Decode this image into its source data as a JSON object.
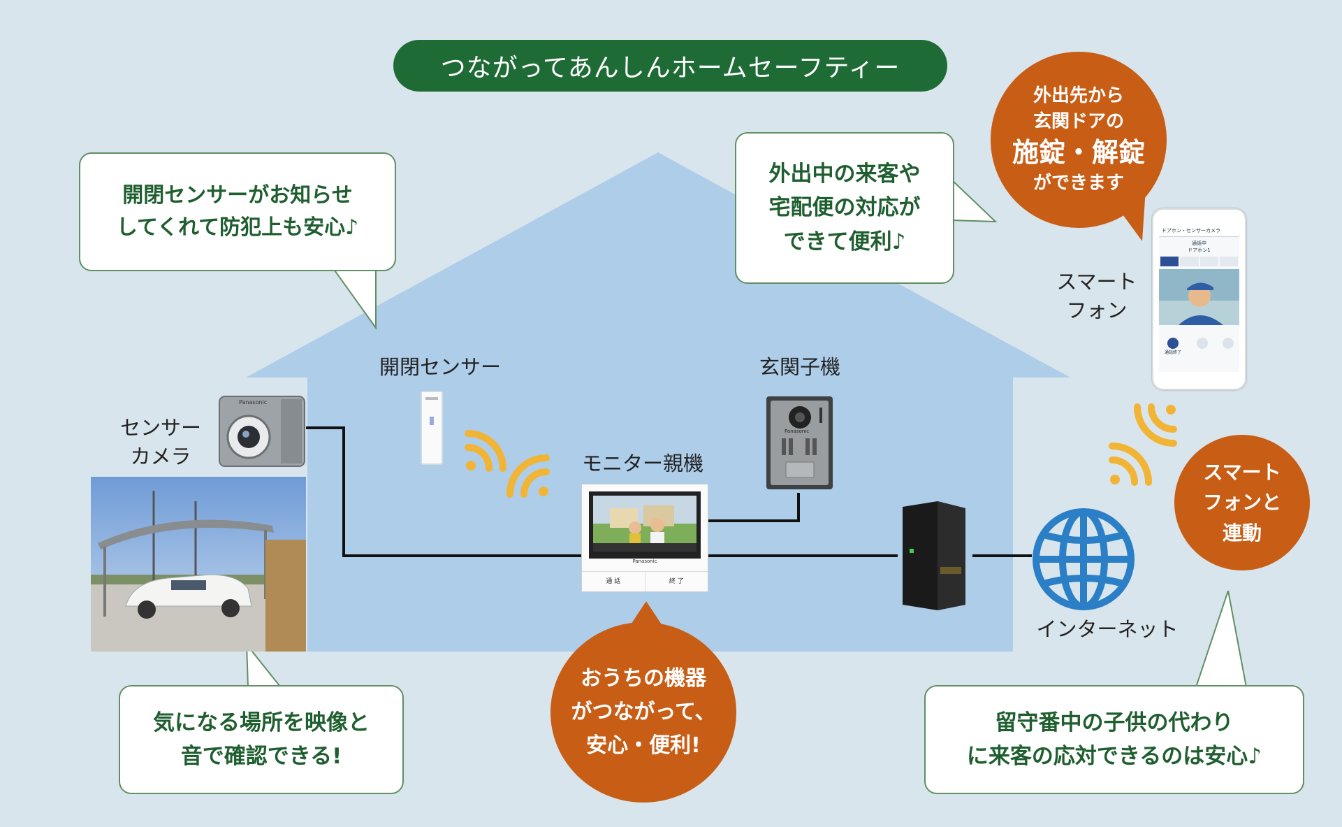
{
  "title": "つながってあんしんホームセーフティー",
  "bubbles": {
    "sensor_notice": [
      "開閉センサーがお知らせ",
      "してくれて防犯上も安心♪"
    ],
    "away_visitor": [
      "外出中の来客や",
      "宅配便の対応が",
      "できて便利♪"
    ],
    "check_video": [
      "気になる場所を映像と",
      "音で確認できる!"
    ],
    "child_proxy": [
      "留守番中の子供の代わり",
      "に来客の応対できるのは安心♪"
    ]
  },
  "orange_bubbles": {
    "lock_control": {
      "line1": "外出先から",
      "line2": "玄関ドアの",
      "emphasis": "施錠・解錠",
      "line4": "ができます"
    },
    "devices_connected": [
      "おうちの機器",
      "がつながって、",
      "安心・便利!"
    ],
    "smartphone_link": [
      "スマート",
      "フォンと",
      "連動"
    ]
  },
  "labels": {
    "door_sensor": "開閉センサー",
    "entrance_unit": "玄関子機",
    "sensor_camera": [
      "センサー",
      "カメラ"
    ],
    "monitor_master": "モニター親機",
    "smartphone": [
      "スマート",
      "フォン"
    ],
    "internet": "インターネット"
  },
  "device_text": {
    "camera_brand": "Panasonic",
    "doorbell_brand": "Panasonic",
    "monitor_brand": "Panasonic",
    "monitor_button_left": "通 話",
    "monitor_button_right": "終 了",
    "phone_app_header": "ドアホン・センサーカメラ",
    "phone_status": "通話中",
    "phone_caller": "ドアホン1",
    "phone_end_call": "通話終了"
  },
  "colors": {
    "background": "#d9e5ec",
    "house": "#aecde9",
    "title_pill": "#1f6b36",
    "bubble_border": "#5f8f62",
    "bubble_text": "#1f5e2f",
    "orange": "#c85d16",
    "wifi": "#f2b435",
    "globe": "#2a7fc6"
  }
}
